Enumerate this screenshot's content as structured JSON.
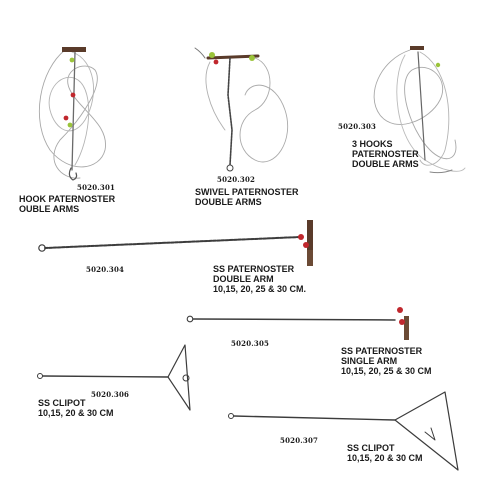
{
  "products": [
    {
      "code": "5020.301",
      "name_lines": [
        "HOOK PATERNOSTER",
        "OUBLE ARMS"
      ],
      "sizes": ""
    },
    {
      "code": "5020.302",
      "name_lines": [
        "SWIVEL PATERNOSTER",
        "DOUBLE ARMS"
      ],
      "sizes": ""
    },
    {
      "code": "5020.303",
      "name_lines": [
        "3 HOOKS",
        "PATERNOSTER",
        "DOUBLE ARMS"
      ],
      "sizes": ""
    },
    {
      "code": "5020.304",
      "name_lines": [
        "SS PATERNOSTER",
        "DOUBLE ARM"
      ],
      "sizes": "10,15, 20, 25 & 30 CM."
    },
    {
      "code": "5020.305",
      "name_lines": [
        "SS PATERNOSTER",
        "SINGLE ARM"
      ],
      "sizes": "10,15, 20, 25 & 30 CM"
    },
    {
      "code": "5020.306",
      "name_lines": [
        "SS CLIPOT"
      ],
      "sizes": "10,15, 20 & 30 CM"
    },
    {
      "code": "5020.307",
      "name_lines": [
        "SS CLIPOT"
      ],
      "sizes": "10,15, 20 & 30 CM"
    }
  ],
  "colors": {
    "background": "#ffffff",
    "text": "#1a1a1a",
    "wire": "#3c3c3c",
    "line": "#9a9a9a",
    "bead_red": "#c0272d",
    "bead_green": "#9bc43a",
    "sleeve": "#5a3b2a"
  }
}
